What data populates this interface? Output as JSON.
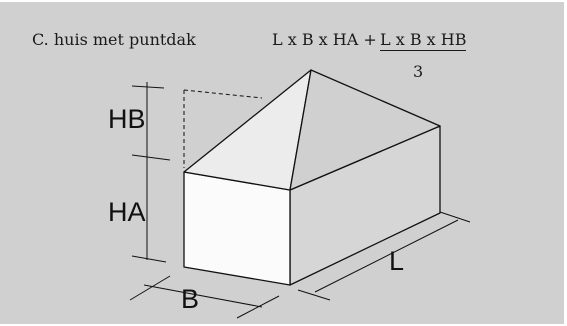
{
  "title": "C. huis met puntdak",
  "formula": {
    "main": "L x B x HA +",
    "numerator": "L x B x HB",
    "denominator": "3"
  },
  "labels": {
    "hb": "HB",
    "ha": "HA",
    "b": "B",
    "l": "L"
  },
  "colors": {
    "panel": "#d0d0d0",
    "front_face": "#fbfbfb",
    "right_face": "#d6d6d6",
    "roof_left": "#ececec",
    "roof_right": "#d2d2d2",
    "line": "#111111"
  }
}
